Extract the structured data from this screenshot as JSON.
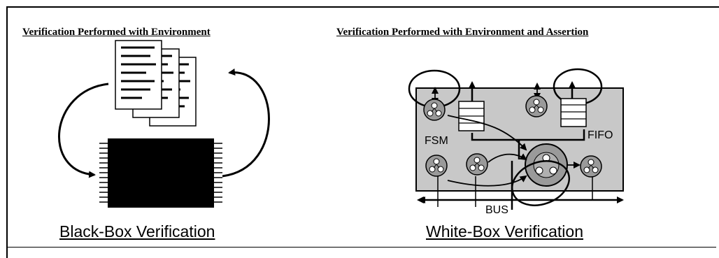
{
  "left_panel": {
    "heading": "Verification Performed with Environment",
    "caption": "Black-Box Verification"
  },
  "right_panel": {
    "heading": "Verification Performed with Environment and Assertion",
    "caption": "White-Box Verification",
    "labels": {
      "fsm": "FSM",
      "fifo": "FIFO",
      "bus": "BUS"
    }
  },
  "colors": {
    "chip_fill": "#000000",
    "board_fill": "#c8c8c8",
    "node_fill": "#9a9a9a",
    "stroke": "#000000"
  }
}
